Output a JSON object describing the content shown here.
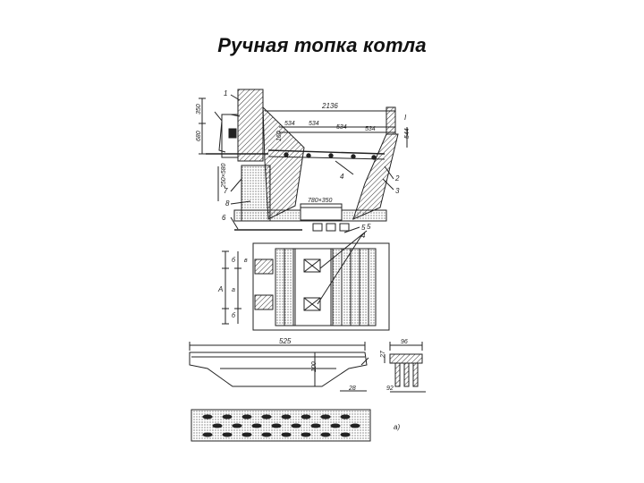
{
  "slide": {
    "title": "Ручная топка котла"
  },
  "drawing": {
    "section_view": {
      "dims": {
        "overall": "2136",
        "seg1": "534",
        "seg2": "534",
        "seg3": "534",
        "seg4": "534",
        "opening": "780×350",
        "vertical_1": "350",
        "vertical_2": "680",
        "vertical_3": "250×580",
        "vertical_4": "160",
        "vertical_5": "544"
      },
      "callouts": [
        "1",
        "2",
        "3",
        "4",
        "5",
        "6",
        "7",
        "8"
      ],
      "section_mark": "I"
    },
    "plan_view": {
      "side_dims": {
        "a": "A",
        "b": "б",
        "c": "а",
        "d": "б",
        "e": "в"
      },
      "callouts": [
        "5",
        "4"
      ]
    },
    "bar_view": {
      "dims": {
        "length": "525",
        "height": "100",
        "end": "28",
        "width_top": "96",
        "width_bottom": "92",
        "flange": "27"
      },
      "label": "а)"
    }
  }
}
